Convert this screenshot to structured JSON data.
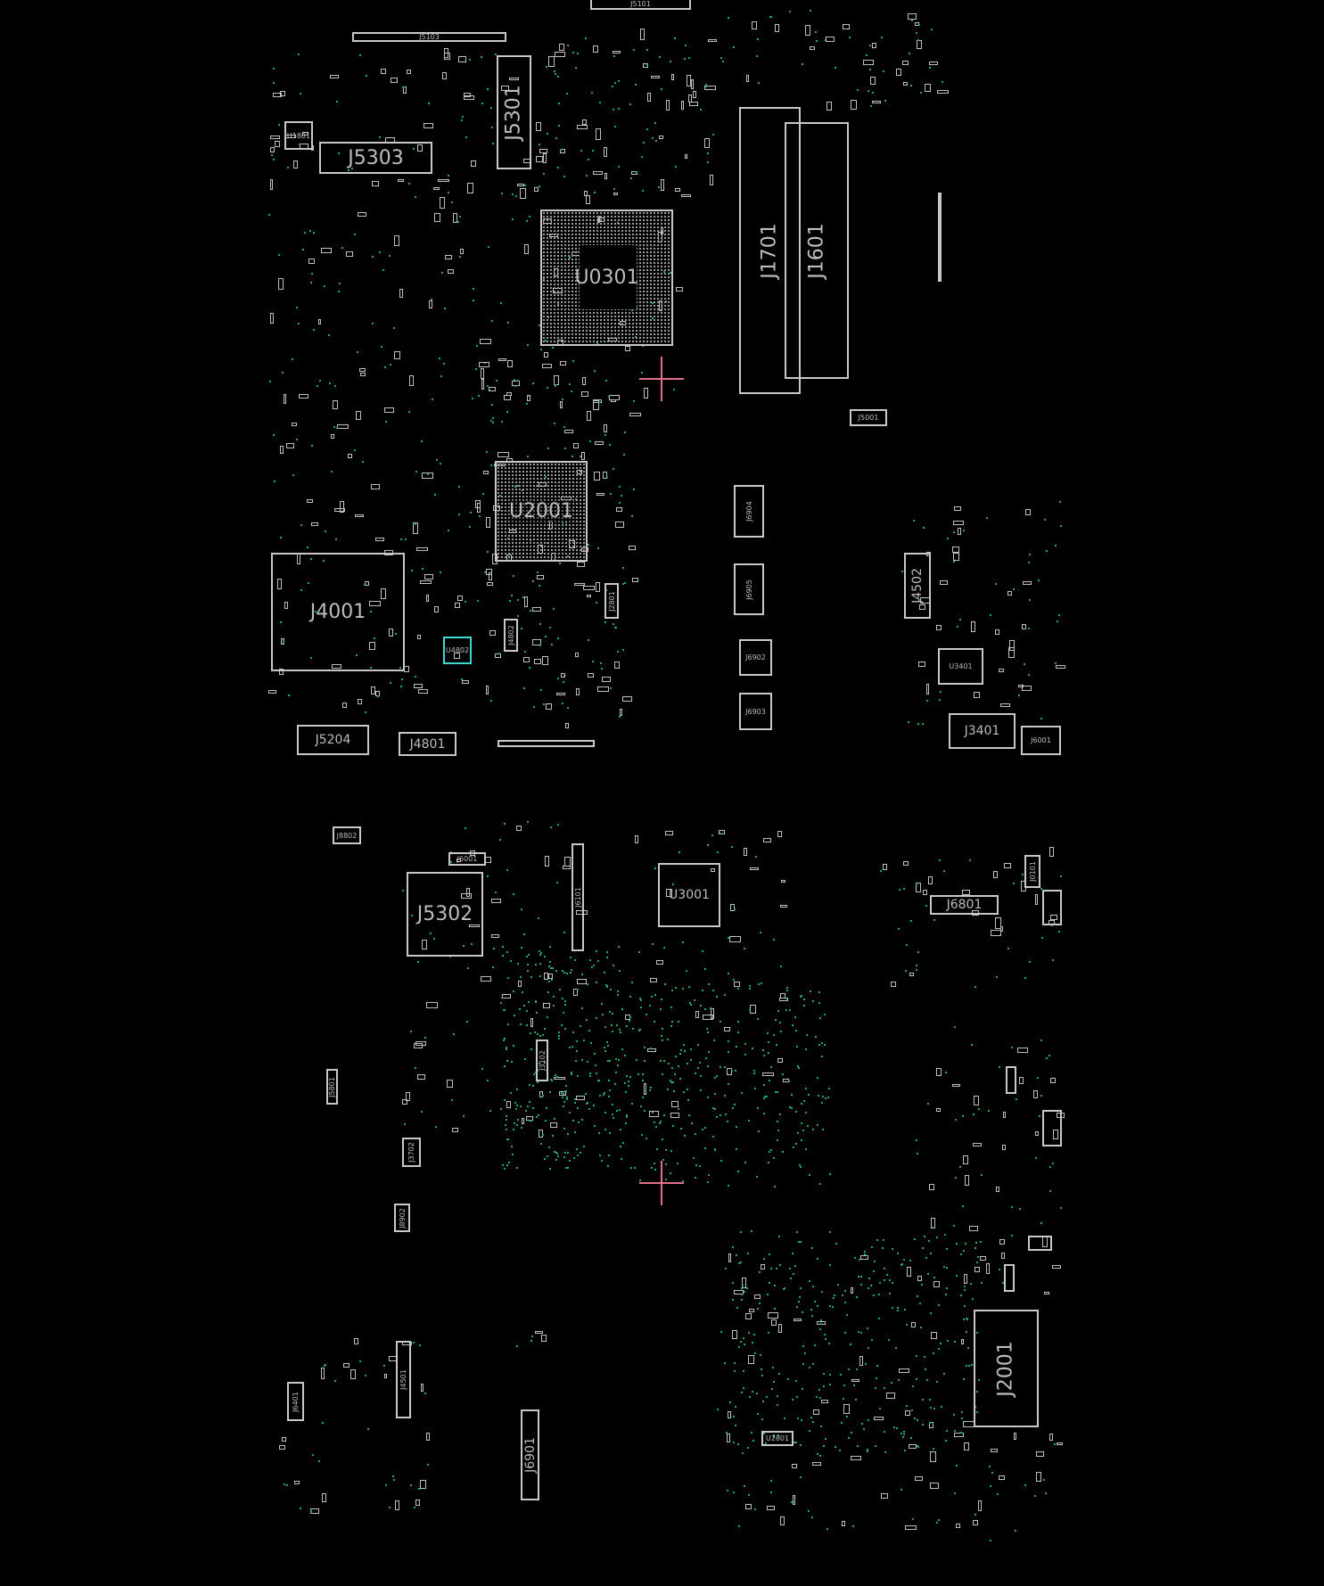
{
  "view": "pcb-boardview",
  "colors": {
    "background": "#000000",
    "outline": "#c8c8c8",
    "pin": "#1fa37f",
    "marker": "#e0708a",
    "selected": "#3fd6d6"
  },
  "components": {
    "j5101": "J5101",
    "j5103": "J5103",
    "j5301": "J5301",
    "j5303": "J5303",
    "u1801": "U1801",
    "u0301": "U0301",
    "j1701": "J1701",
    "j1601": "J1601",
    "j5001": "J5001",
    "u2001": "U2001",
    "j4001": "J4001",
    "u4802": "U4802",
    "j4802": "J4802",
    "j2801": "J2801",
    "j6904": "J6904",
    "j6905": "J6905",
    "j6902": "J6902",
    "j6903": "J6903",
    "j4502": "J4502",
    "u3401": "U3401",
    "j3401": "J3401",
    "j6001": "J6001",
    "j5204": "J5204",
    "j4801": "J4801",
    "j8802": "J8802",
    "j6001b": "J6001",
    "j5302": "J5302",
    "j6101": "J6101",
    "u3001": "U3001",
    "j6801": "J6801",
    "j0101": "J0101",
    "j3102": "J3102",
    "j5801": "J5801",
    "j3702": "J3702",
    "j8902": "J8902",
    "j4501": "J4501",
    "j6401": "J6401",
    "j6901": "J6901",
    "u2801": "U2801",
    "j2001": "J2001"
  }
}
